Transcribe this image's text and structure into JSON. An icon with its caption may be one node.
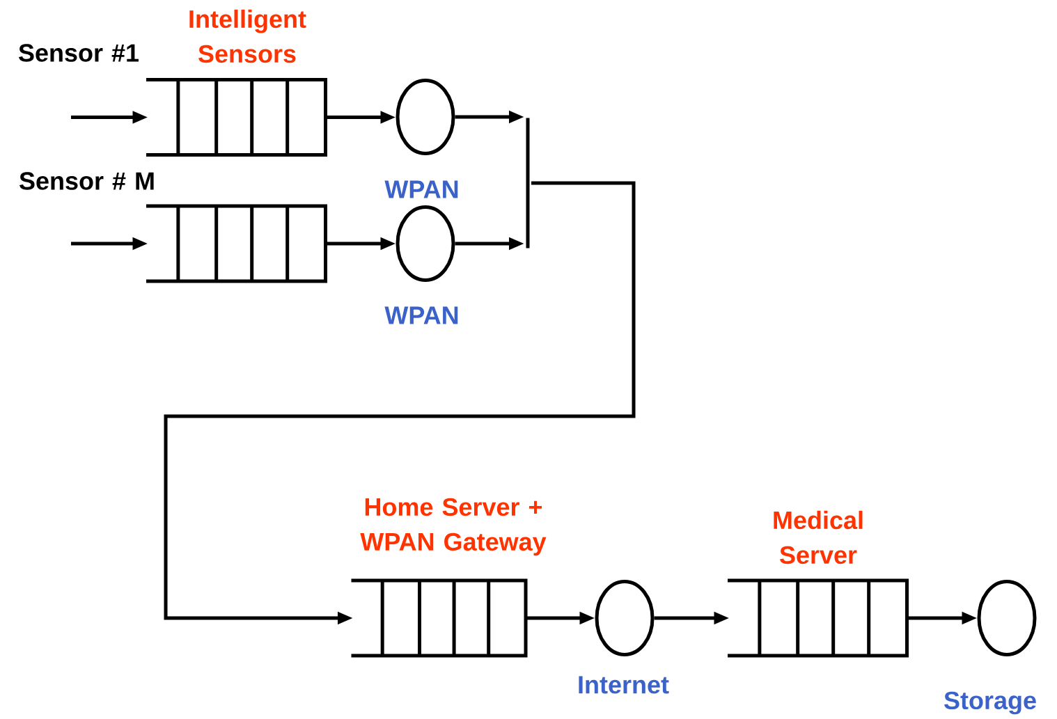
{
  "diagram": {
    "nodes": [
      {
        "text": [],
        "shape": "queue",
        "beside": [
          "Sensor #1",
          "Intelligent Sensors"
        ]
      },
      {
        "text": [],
        "shape": "circle"
      },
      {
        "text": [],
        "shape": "queue",
        "beside": [
          "Sensor # M"
        ]
      },
      {
        "text": [],
        "shape": "circle"
      },
      {
        "text": [],
        "shape": "bar"
      },
      {
        "text": [],
        "shape": "queue",
        "beside": [
          "Home Server + WPAN Gateway"
        ]
      },
      {
        "text": [],
        "shape": "circle",
        "beside": [
          "Internet"
        ]
      },
      {
        "text": [],
        "shape": "queue",
        "beside": [
          "Medical Server"
        ]
      },
      {
        "text": [],
        "shape": "circle",
        "beside": [
          "Storage"
        ]
      }
    ],
    "edges": [
      {
        "from": null,
        "to": 0,
        "arrow": "to"
      },
      {
        "from": 0,
        "to": 1,
        "arrow": "to"
      },
      {
        "from": 1,
        "to": 4,
        "arrow": "to"
      },
      {
        "from": null,
        "to": 2,
        "arrow": "to"
      },
      {
        "from": 2,
        "to": 3,
        "arrow": "to"
      },
      {
        "from": 3,
        "to": 4,
        "arrow": "to"
      },
      {
        "from": 4,
        "to": 5,
        "arrow": "to"
      },
      {
        "from": 5,
        "to": 6,
        "arrow": "to"
      },
      {
        "from": 6,
        "to": 7,
        "arrow": "to"
      },
      {
        "from": 7,
        "to": 8,
        "arrow": "to"
      }
    ],
    "labels": [
      "WPAN",
      "WPAN"
    ]
  }
}
